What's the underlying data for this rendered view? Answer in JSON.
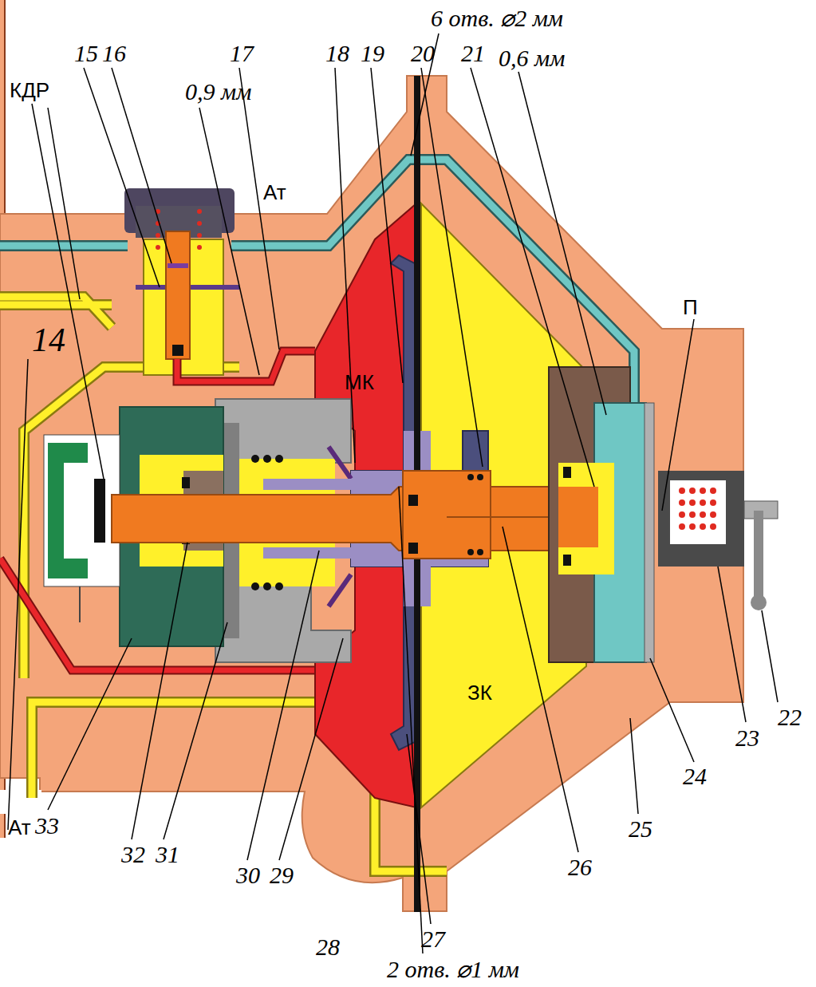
{
  "diagram": {
    "labels": [
      "6 отв. ⌀2 мм",
      "15",
      "16",
      "17",
      "18",
      "19",
      "20",
      "21",
      "0,6 мм",
      "КДР",
      "0,9 мм",
      "Ат",
      "П",
      "14",
      "МК",
      "ЗК",
      "22",
      "23",
      "24",
      "25",
      "26",
      "Ат",
      "33",
      "32",
      "31",
      "30",
      "29",
      "28",
      "27",
      "2 отв. ⌀1 мм"
    ]
  }
}
